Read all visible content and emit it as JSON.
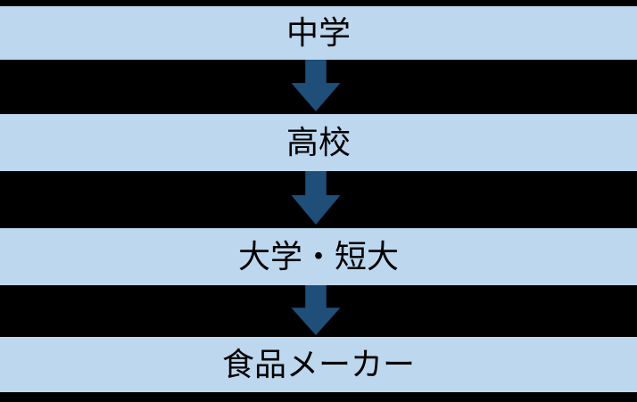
{
  "diagram": {
    "stages": [
      {
        "label": "中学"
      },
      {
        "label": "高校"
      },
      {
        "label": "大学・短大"
      },
      {
        "label": "食品メーカー"
      }
    ],
    "connector_icon": "down-block-arrow"
  },
  "colors": {
    "background": "#000000",
    "bar_fill": "#bdd7ee",
    "arrow_fill": "#1f4e79",
    "text": "#000000"
  }
}
